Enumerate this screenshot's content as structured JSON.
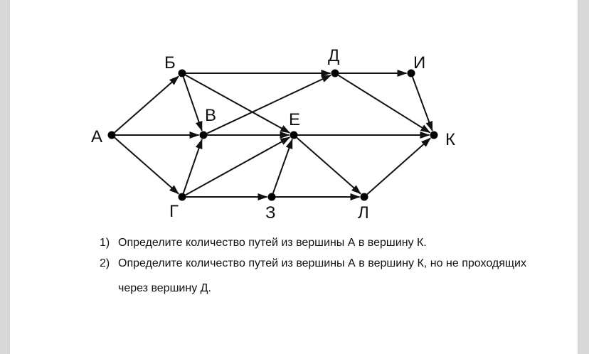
{
  "graph": {
    "nodes": [
      {
        "id": "A",
        "label": "А"
      },
      {
        "id": "B",
        "label": "Б"
      },
      {
        "id": "V",
        "label": "В"
      },
      {
        "id": "G",
        "label": "Г"
      },
      {
        "id": "D",
        "label": "Д"
      },
      {
        "id": "E",
        "label": "Е"
      },
      {
        "id": "Z",
        "label": "З"
      },
      {
        "id": "I",
        "label": "И"
      },
      {
        "id": "L",
        "label": "Л"
      },
      {
        "id": "K",
        "label": "К"
      }
    ],
    "edges": [
      [
        "A",
        "B"
      ],
      [
        "A",
        "V"
      ],
      [
        "A",
        "G"
      ],
      [
        "B",
        "D"
      ],
      [
        "B",
        "V"
      ],
      [
        "B",
        "E"
      ],
      [
        "V",
        "D"
      ],
      [
        "V",
        "E"
      ],
      [
        "G",
        "V"
      ],
      [
        "G",
        "E"
      ],
      [
        "G",
        "Z"
      ],
      [
        "Z",
        "E"
      ],
      [
        "Z",
        "L"
      ],
      [
        "D",
        "I"
      ],
      [
        "D",
        "K"
      ],
      [
        "E",
        "K"
      ],
      [
        "E",
        "L"
      ],
      [
        "I",
        "K"
      ],
      [
        "L",
        "K"
      ]
    ],
    "colors": {
      "stroke": "#111111",
      "node": "#000000"
    }
  },
  "questions": [
    {
      "num": "1)",
      "text": "Определите количество путей из вершины А в вершину К."
    },
    {
      "num": "2)",
      "text": "Определите количество путей из вершины А в вершину К, но не проходящих через вершину Д."
    }
  ]
}
